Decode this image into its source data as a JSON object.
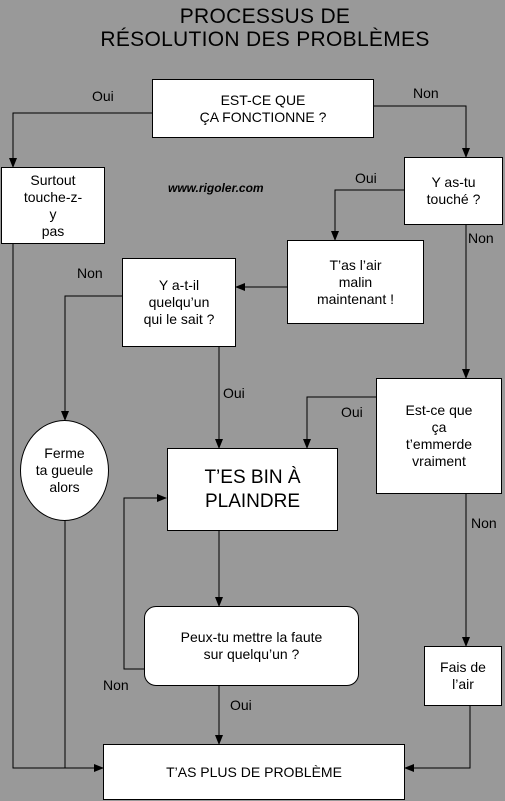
{
  "title": {
    "line1": "PROCESSUS DE",
    "line2": "RÉSOLUTION DES PROBLÈMES"
  },
  "watermark": "www.rigoler.com",
  "nodes": {
    "start": {
      "line1": "EST-CE QUE",
      "line2": "ÇA FONCTIONNE ?"
    },
    "dont_touch": {
      "line1": "Surtout",
      "line2": "touche-z-",
      "line3": "y",
      "line4": "pas"
    },
    "touched": {
      "line1": "Y as-tu",
      "line2": "touché ?"
    },
    "look_smart": {
      "line1": "T’as l’air",
      "line2": "malin",
      "line3": "maintenant !"
    },
    "someone_knows": {
      "line1": "Y a-t-il",
      "line2": "quelqu’un",
      "line3": "qui le sait ?"
    },
    "shut_up": {
      "line1": "Ferme",
      "line2": "ta gueule",
      "line3": "alors"
    },
    "bothers": {
      "line1": "Est-ce que",
      "line2": "ça",
      "line3": "t’emmerde",
      "line4": "vraiment"
    },
    "pity": {
      "line1": "T’ES BIN À",
      "line2": "PLAINDRE"
    },
    "blame": {
      "line1": "Peux-tu mettre la faute",
      "line2": "sur quelqu’un ?"
    },
    "pretend": {
      "line1": "Fais de",
      "line2": "l’air"
    },
    "no_problem": {
      "text": "T’AS PLUS DE PROBLÈME"
    }
  },
  "edge_labels": {
    "start_yes": "Oui",
    "start_no": "Non",
    "touched_yes": "Oui",
    "touched_no": "Non",
    "knows_no": "Non",
    "knows_yes": "Oui",
    "bothers_yes": "Oui",
    "bothers_no": "Non",
    "blame_no": "Non",
    "blame_yes": "Oui"
  }
}
